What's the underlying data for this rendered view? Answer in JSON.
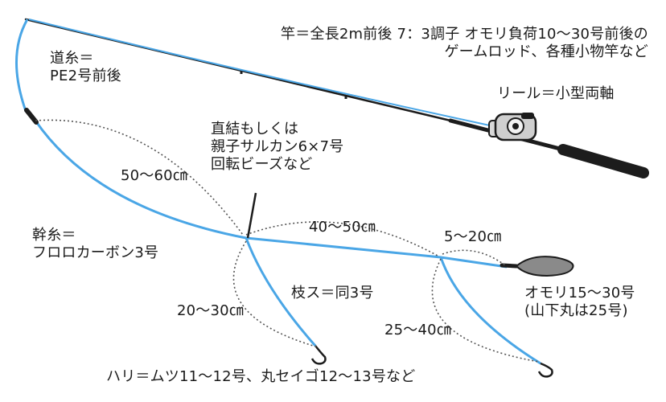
{
  "labels": {
    "rod": [
      "竿＝全長2m前後 7：3調子 オモリ負荷10～30号前後の",
      "ゲームロッド、各種小物竿など"
    ],
    "main_line": [
      "道糸＝",
      "PE2号前後"
    ],
    "reel": "リール＝小型両軸",
    "connector": [
      "直結もしくは",
      "親子サルカン6×7号",
      "回転ビーズなど"
    ],
    "len_50_60": "50～60㎝",
    "len_40_50": "40～50㎝",
    "len_5_20": "5～20㎝",
    "trunk_line": [
      "幹糸＝",
      "フロロカーボン3号"
    ],
    "branch_line": "枝ス＝同3号",
    "len_20_30": "20～30㎝",
    "len_25_40": "25～40㎝",
    "sinker": [
      "オモリ15～30号",
      "(山下丸は25号)"
    ],
    "hook": "ハリ＝ムツ11～12号、丸セイゴ12～13号など"
  },
  "colors": {
    "line_blue": "#4aa6e6",
    "rod_black": "#1c1c1c",
    "dotted_gray": "#555555",
    "sinker_gray": "#8a8a8a"
  }
}
